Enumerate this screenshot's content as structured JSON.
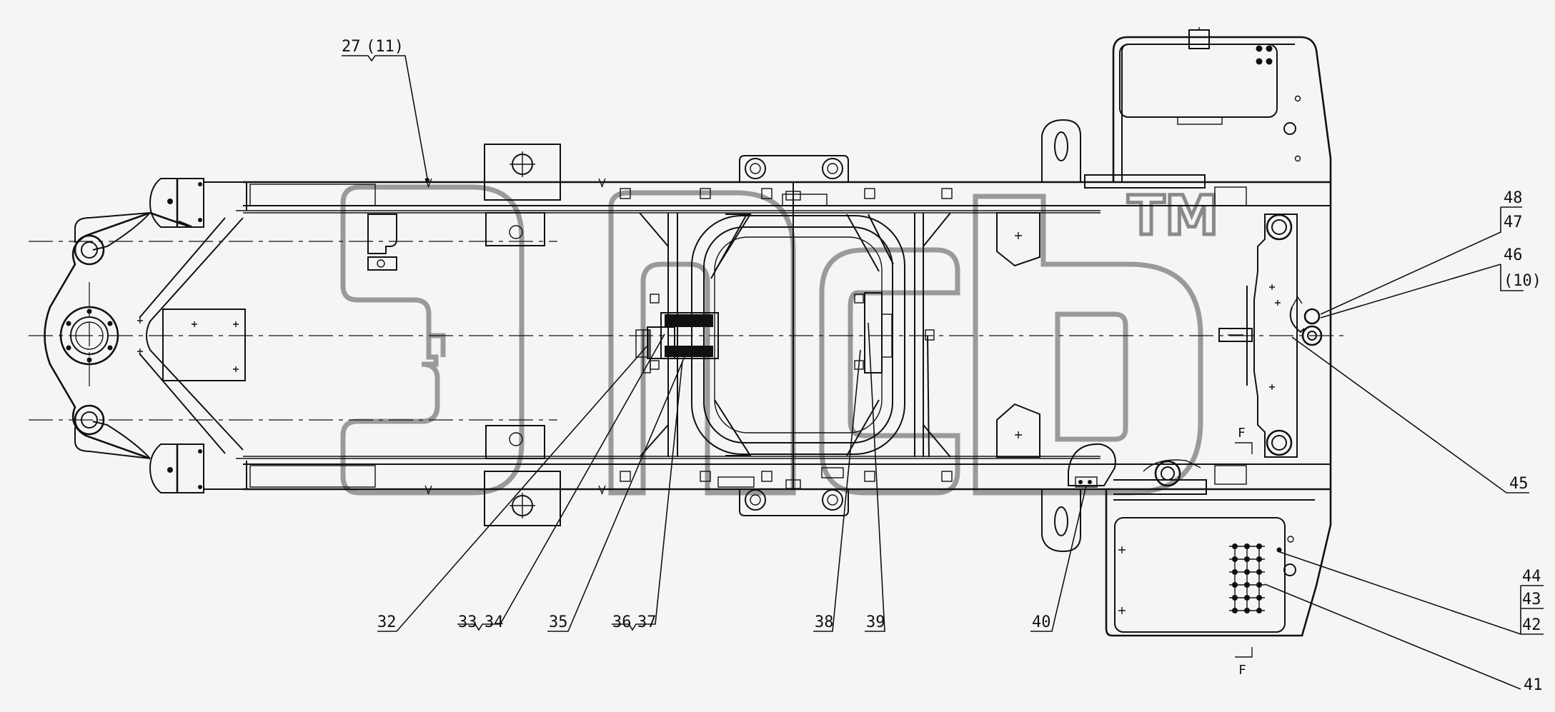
{
  "watermark": {
    "trademark": "TM"
  },
  "callouts": {
    "c27": "27",
    "c27ref": "(11)",
    "c48": "48",
    "c47": "47",
    "c46": "46",
    "c46ref": "(10)",
    "c45": "45",
    "c44": "44",
    "c43": "43",
    "c42": "42",
    "c41": "41",
    "c40": "40",
    "c39": "39",
    "c38": "38",
    "c37": "37",
    "c36": "36",
    "c35": "35",
    "c34": "34",
    "c33": "33",
    "c32": "32"
  },
  "view_marks": {
    "top": "F",
    "bottom": "F"
  }
}
